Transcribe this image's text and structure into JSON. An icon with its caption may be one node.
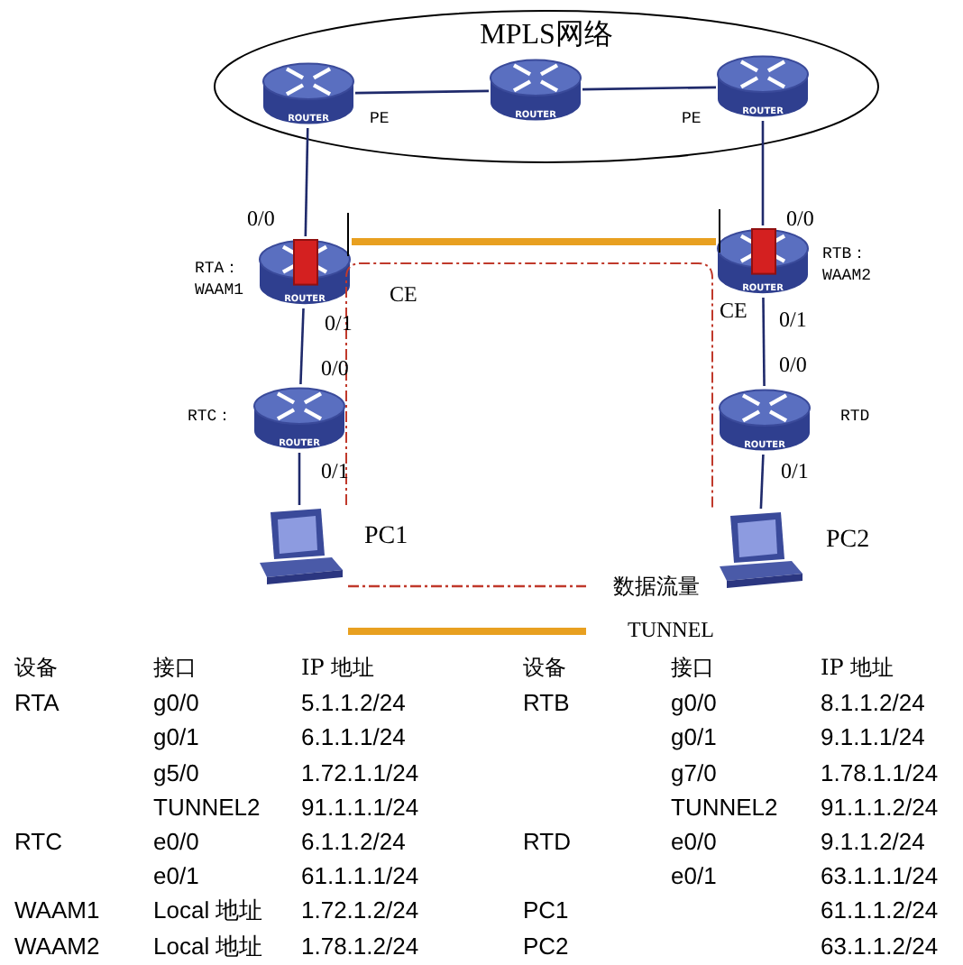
{
  "diagram": {
    "nodes": [
      {
        "text": [
          "MPLS网络"
        ]
      },
      {
        "text": [
          "ROUTER"
        ],
        "in": 0,
        "beside": [
          "PE"
        ]
      },
      {
        "text": [
          "ROUTER"
        ],
        "in": 0
      },
      {
        "text": [
          "ROUTER"
        ],
        "in": 0,
        "beside": [
          "PE"
        ]
      },
      {
        "text": [
          "ROUTER"
        ],
        "beside": [
          "RTA： WAAM1"
        ]
      },
      {
        "text": [
          "ROUTER"
        ],
        "beside": [
          "RTB： WAAM2"
        ]
      },
      {
        "text": [
          "ROUTER"
        ],
        "beside": [
          "RTC："
        ]
      },
      {
        "text": [
          "ROUTER"
        ],
        "beside": [
          "RTD"
        ]
      },
      {
        "text": [],
        "shape": "computer",
        "beside": [
          "PC1"
        ]
      },
      {
        "text": [],
        "shape": "computer",
        "beside": [
          "PC2"
        ]
      }
    ],
    "edges": [
      {
        "from": 1,
        "to": 2,
        "arrow": "none"
      },
      {
        "from": 2,
        "to": 3,
        "arrow": "none"
      },
      {
        "from": 1,
        "to": 4,
        "arrow": "none"
      },
      {
        "from": 3,
        "to": 5,
        "arrow": "none"
      },
      {
        "from": 4,
        "to": 5,
        "arrow": "none",
        "style": "thick",
        "color": "#e8a020"
      },
      {
        "from": 4,
        "to": 6,
        "arrow": "none"
      },
      {
        "from": 5,
        "to": 7,
        "arrow": "none"
      },
      {
        "from": 8,
        "to": 9,
        "arrow": "none",
        "style": "dashed",
        "color": "#c0392b"
      },
      {
        "from": 6,
        "to": 8,
        "arrow": "none"
      },
      {
        "from": 7,
        "to": 9,
        "arrow": "none"
      }
    ],
    "labels": [
      "0/0",
      "0/0",
      "CE",
      "CE",
      "0/1",
      "0/1",
      "0/0",
      "0/0",
      "0/1",
      "0/1",
      "设备",
      "接口",
      "IP 地址",
      "设备",
      "接口",
      "IP 地址",
      "RTA",
      "g0/0",
      "5.1.1.2/24",
      "RTB",
      "g0/0",
      "8.1.1.2/24",
      "g0/1",
      "6.1.1.1/24",
      "g0/1",
      "9.1.1.1/24",
      "g5/0",
      "1.72.1.1/24",
      "g7/0",
      "1.78.1.1/24",
      "TUNNEL2",
      "91.1.1.1/24",
      "TUNNEL2",
      "91.1.1.2/24",
      "RTC",
      "e0/0",
      "6.1.1.2/24",
      "RTD",
      "e0/0",
      "9.1.1.2/24",
      "e0/1",
      "61.1.1.1/24",
      "e0/1",
      "63.1.1.1/24",
      "WAAM1",
      "Local 地址",
      "1.72.1.2/24",
      "PC1",
      "61.1.1.2/24",
      "WAAM2",
      "Local 地址",
      "1.78.1.2/24",
      "PC2",
      "63.1.1.2/24"
    ],
    "legend": [
      {
        "text": "数据流量"
      },
      {
        "text": "TUNNEL"
      }
    ]
  }
}
